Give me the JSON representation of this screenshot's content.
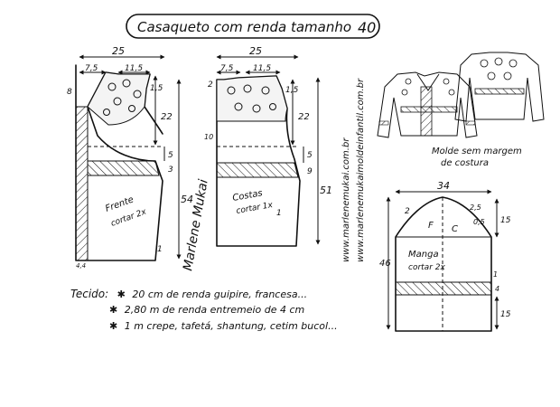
{
  "title": "Casaqueto com renda tamanho",
  "size": "40",
  "websites": {
    "site1": "www.marlenemukai.com.br",
    "site2": "www.marlenemukaimoldeinfantil.com.br"
  },
  "signature": "Marlene Mukai",
  "front": {
    "label": "Frente",
    "cut": "cortar 2x",
    "width_top": "25",
    "dim_75": "7,5",
    "dim_115": "11,5",
    "dim_8": "8",
    "dim_15": "1,5",
    "dim_22": "22",
    "dim_5": "5",
    "dim_3": "3",
    "dim_54": "54",
    "dim_bottom": "4,4",
    "dim_1": "1"
  },
  "back": {
    "label": "Costas",
    "cut": "cortar 1x",
    "width_top": "25",
    "dim_75": "7,5",
    "dim_115": "11,5",
    "dim_2": "2",
    "dim_15": "1,5",
    "dim_10": "10",
    "dim_22": "22",
    "dim_5": "5",
    "dim_9": "9",
    "dim_51": "51",
    "dim_1": "1"
  },
  "sleeve": {
    "label": "Manga",
    "cut": "cortar 2x",
    "width_top": "34",
    "mark_f": "F",
    "mark_c": "C",
    "dim_2": "2",
    "dim_25": "2,5",
    "dim_05": "0,5",
    "dim_15a": "15",
    "dim_46": "46",
    "dim_4": "4",
    "dim_15b": "15",
    "dim_1": "1"
  },
  "illustration_caption": [
    "Molde sem margem",
    "de costura"
  ],
  "fabric": {
    "heading": "Tecido:",
    "items": [
      {
        "bullet": "✱",
        "text": "20 cm  de renda guipire, francesa..."
      },
      {
        "bullet": "✱",
        "text": "2,80 m  de renda entremeio de 4 cm"
      },
      {
        "bullet": "✱",
        "text": "1 m    crepe, tafetá, shantung, cetim bucol..."
      }
    ]
  }
}
